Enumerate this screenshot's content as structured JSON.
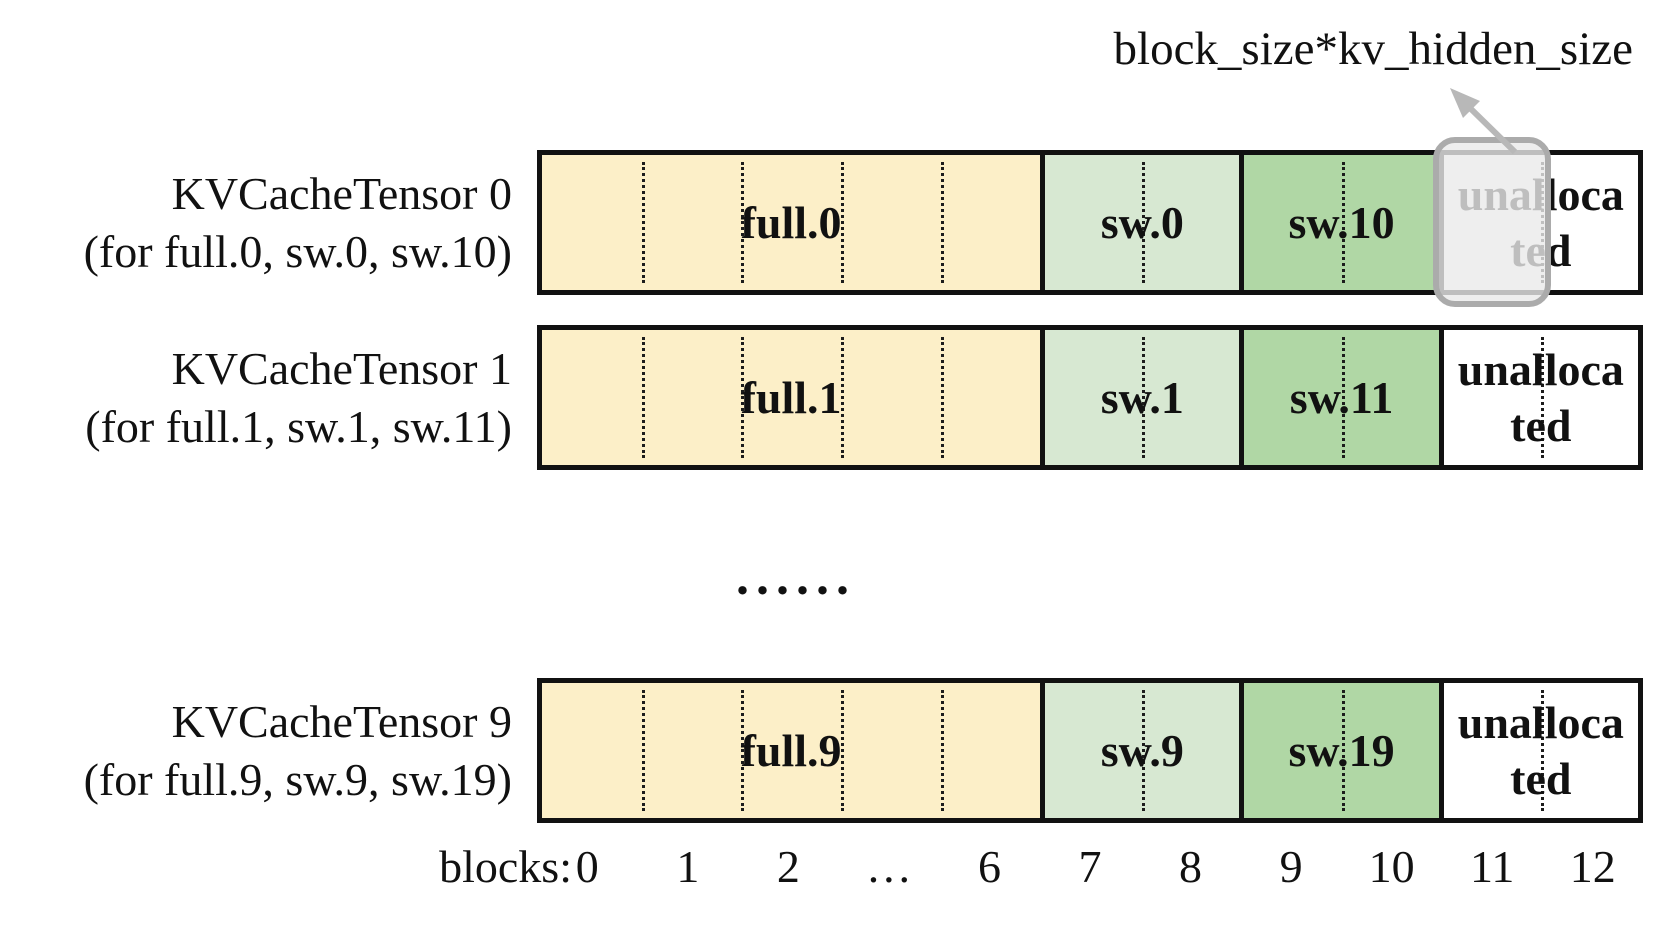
{
  "annotation": {
    "label": "block_size*kv_hidden_size"
  },
  "rows": [
    {
      "name": "KVCacheTensor 0",
      "scope": "(for full.0, sw.0, sw.10)",
      "segments": {
        "full": "full.0",
        "sw_a": "sw.0",
        "sw_b": "sw.10",
        "unallocated_lines": [
          "unalloca",
          "ted"
        ]
      }
    },
    {
      "name": "KVCacheTensor 1",
      "scope": "(for full.1, sw.1, sw.11)",
      "segments": {
        "full": "full.1",
        "sw_a": "sw.1",
        "sw_b": "sw.11",
        "unallocated_lines": [
          "unalloca",
          "ted"
        ]
      }
    },
    {
      "name": "KVCacheTensor 9",
      "scope": "(for full.9, sw.9, sw.19)",
      "segments": {
        "full": "full.9",
        "sw_a": "sw.9",
        "sw_b": "sw.19",
        "unallocated_lines": [
          "unalloca",
          "ted"
        ]
      }
    }
  ],
  "ellipsis": "......",
  "axis": {
    "label": "blocks:",
    "ticks": [
      "0",
      "1",
      "2",
      "…",
      "6",
      "7",
      "8",
      "9",
      "10",
      "11",
      "12"
    ]
  },
  "colors": {
    "full_block": "#FCEFC8",
    "sw_light_block": "#D7E8D2",
    "sw_dark_block": "#B0D7A5",
    "bar_border": "#111111",
    "highlight_border": "#ABABAB",
    "arrow_gray": "#B8B8B8"
  }
}
